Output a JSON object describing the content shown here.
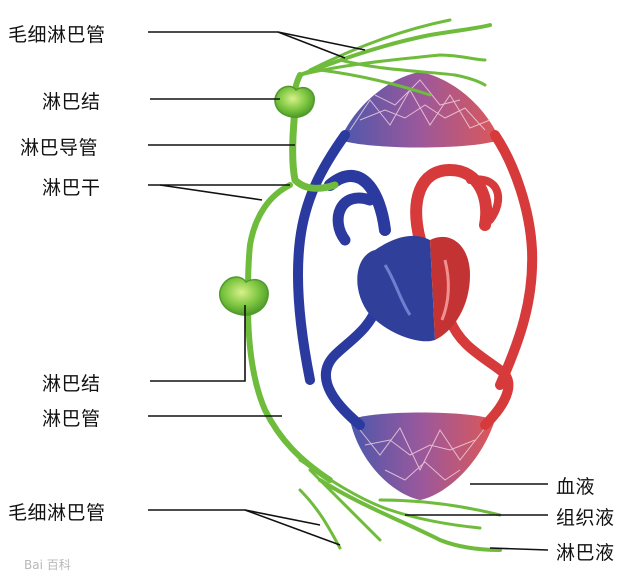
{
  "labels": {
    "cap_top": "毛细淋巴管",
    "node_top": "淋巴结",
    "duct": "淋巴导管",
    "trunk": "淋巴干",
    "node_mid": "淋巴结",
    "vessel": "淋巴管",
    "cap_bottom": "毛细淋巴管",
    "blood": "血液",
    "tissue_fluid": "组织液",
    "lymph": "淋巴液"
  },
  "watermark": "Bai 百科",
  "colors": {
    "artery": "#d63a3a",
    "vein": "#2b3a9e",
    "lymph": "#6fbb3c",
    "leader": "#111111"
  }
}
